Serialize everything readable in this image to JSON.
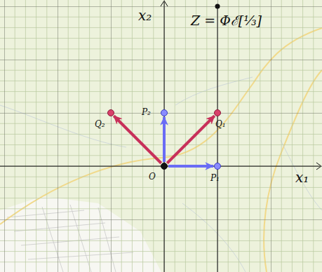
{
  "diagram": {
    "nodes": [
      {
        "text": [
          "O"
        ]
      },
      {
        "text": [
          "P₁"
        ]
      },
      {
        "text": [
          "P₂"
        ]
      },
      {
        "text": [
          "Q₁"
        ]
      },
      {
        "text": [
          "Q₂"
        ]
      }
    ],
    "edges": [
      {
        "from": 0,
        "to": 1,
        "arrow": "to"
      },
      {
        "from": 0,
        "to": 2,
        "arrow": "to"
      },
      {
        "from": 0,
        "to": 3,
        "arrow": "to"
      },
      {
        "from": 0,
        "to": 4,
        "arrow": "to"
      }
    ],
    "labels": [
      "x₁",
      "x₂",
      "Z = Φℰ[⅓]"
    ]
  }
}
